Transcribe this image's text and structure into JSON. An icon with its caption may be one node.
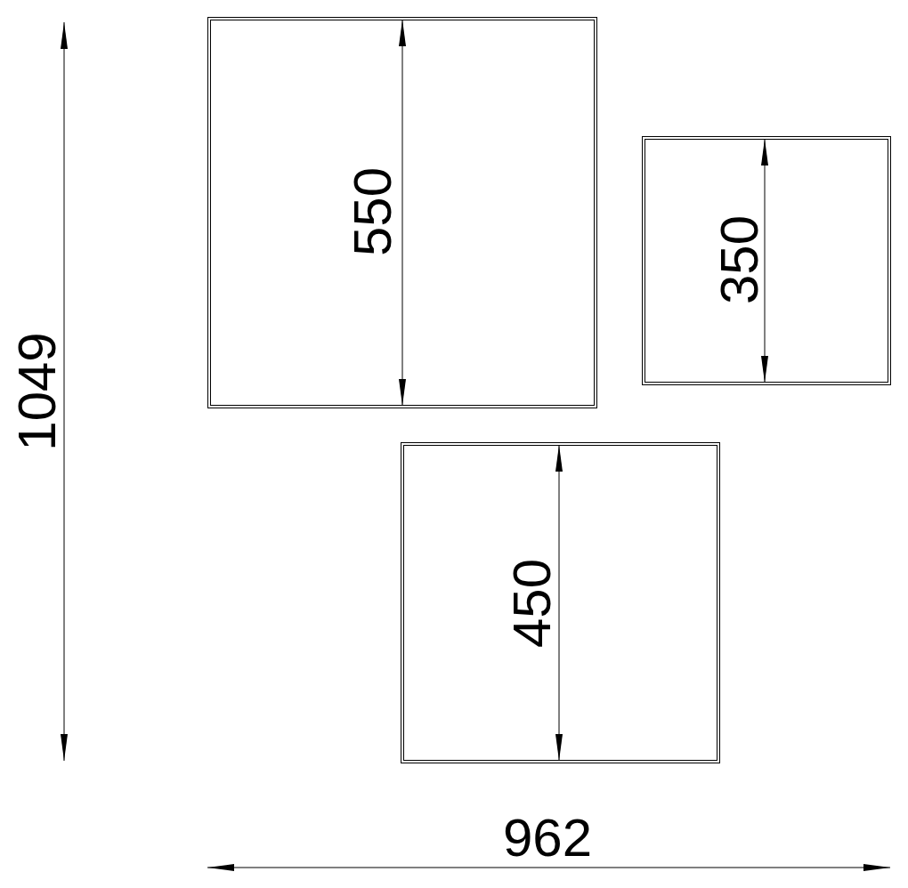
{
  "diagram": {
    "nodes": [
      {
        "text": [
          "550"
        ]
      },
      {
        "text": [
          "350"
        ]
      },
      {
        "text": [
          "450"
        ]
      }
    ],
    "labels": [
      "1049",
      "962"
    ]
  }
}
